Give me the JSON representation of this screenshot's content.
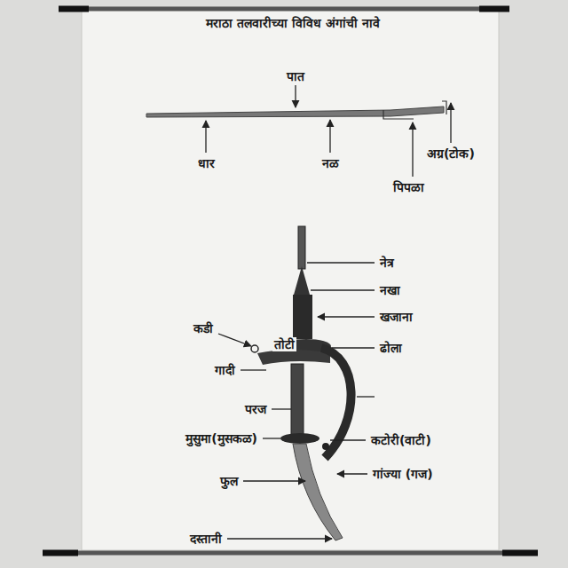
{
  "diagram": {
    "title": "मराठा तलवारीच्या विविध अंगांची नावे",
    "labels": [
      "पात",
      "धार",
      "नळ",
      "पिपळा",
      "अग्र(टोक)",
      "नेत्र",
      "नखा",
      "खजाना",
      "कडी",
      "ढोला",
      "गादी",
      "परज",
      "मुसुमा(मुसकळ)",
      "कटोरी(वाटी)",
      "फुल",
      "गांज्या (गज)",
      "दस्तानी",
      "तोटी"
    ]
  }
}
